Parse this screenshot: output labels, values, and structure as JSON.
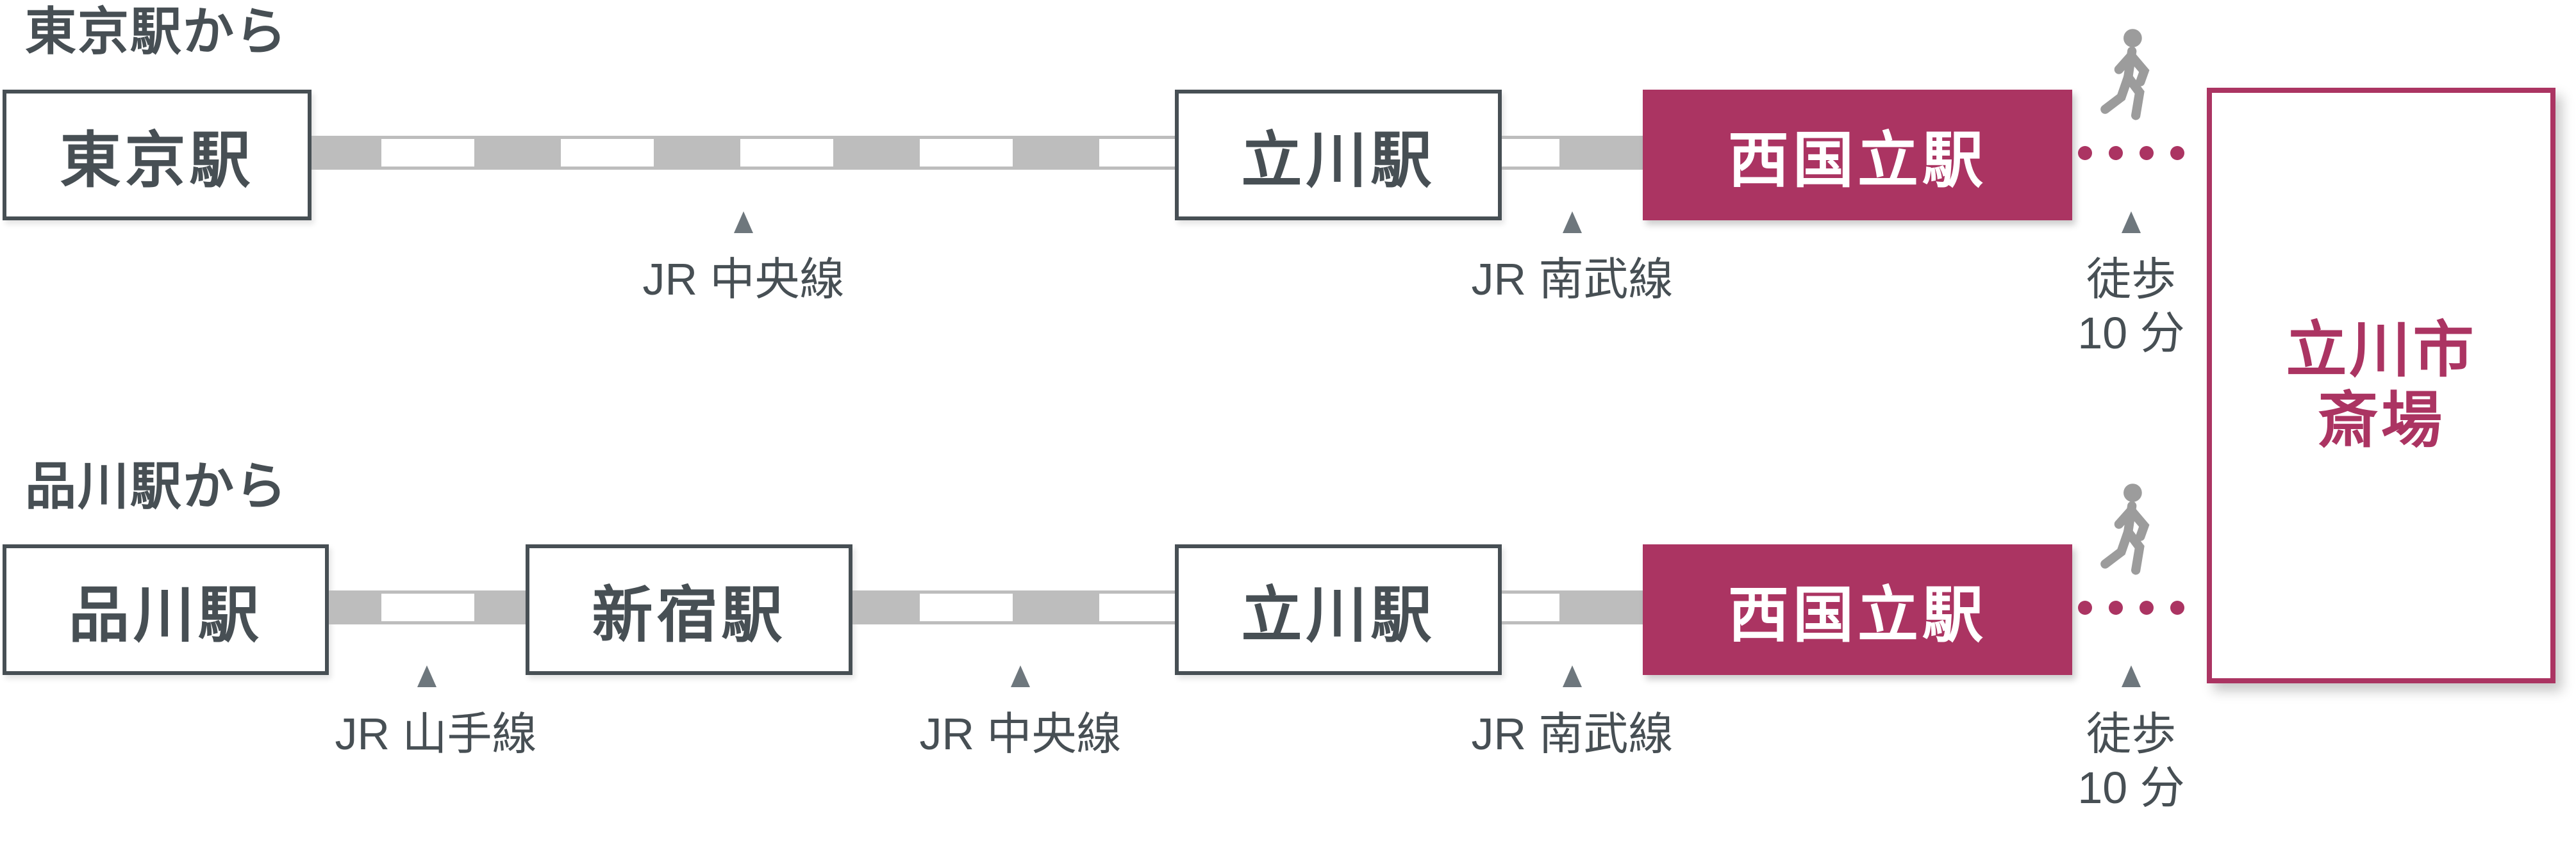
{
  "colors": {
    "dark": "#474f54",
    "rail_gray": "#bdbdbd",
    "crimson": "#ab3462",
    "icon_gray": "#9c9c9c",
    "triangle_gray": "#6e777d"
  },
  "routes": [
    {
      "heading": "東京駅から",
      "stations": [
        {
          "name": "東京駅",
          "type": "normal"
        },
        {
          "name": "立川駅",
          "type": "normal"
        },
        {
          "name": "西国立駅",
          "type": "highlight"
        }
      ],
      "lines": [
        {
          "name": "JR 中央線"
        },
        {
          "name": "JR 南武線"
        }
      ],
      "walk": {
        "line1": "徒歩",
        "line2": "10 分"
      }
    },
    {
      "heading": "品川駅から",
      "stations": [
        {
          "name": "品川駅",
          "type": "normal"
        },
        {
          "name": "新宿駅",
          "type": "normal"
        },
        {
          "name": "立川駅",
          "type": "normal"
        },
        {
          "name": "西国立駅",
          "type": "highlight"
        }
      ],
      "lines": [
        {
          "name": "JR 山手線"
        },
        {
          "name": "JR 中央線"
        },
        {
          "name": "JR 南武線"
        }
      ],
      "walk": {
        "line1": "徒歩",
        "line2": "10 分"
      }
    }
  ],
  "destination": {
    "line1": "立川市",
    "line2": "斎場"
  }
}
